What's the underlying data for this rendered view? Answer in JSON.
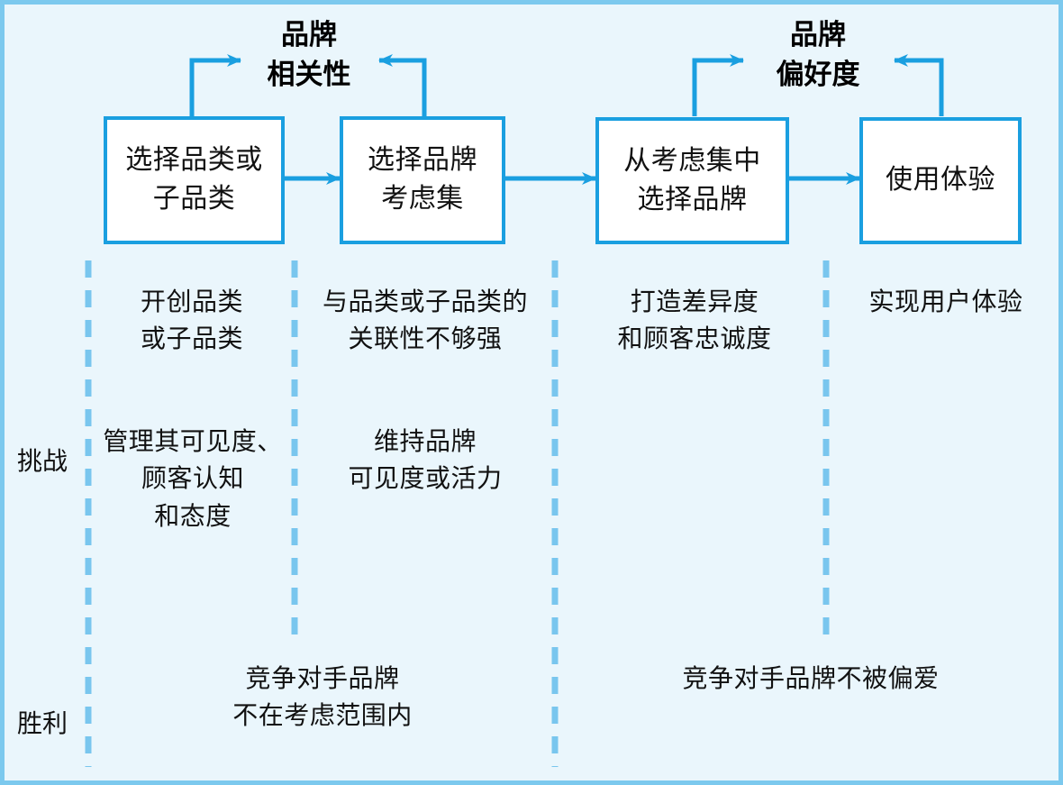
{
  "diagram": {
    "title_text": "",
    "colors": {
      "background": "#eaf6fc",
      "outer_border": "#7cc9ee",
      "box_border": "#1a9fe0",
      "box_fill": "#ffffff",
      "arrow": "#1a9fe0",
      "divider": "#79c6ee",
      "text": "#111111"
    },
    "loop_labels": [
      {
        "id": "brand-relevance",
        "text": "品牌\n相关性"
      },
      {
        "id": "brand-preference",
        "text": "品牌\n偏好度"
      }
    ],
    "stages": [
      {
        "id": "stage-1",
        "text": "选择品类或\n子品类"
      },
      {
        "id": "stage-2",
        "text": "选择品牌\n考虑集"
      },
      {
        "id": "stage-3",
        "text": "从考虑集中\n选择品牌"
      },
      {
        "id": "stage-4",
        "text": "使用体验"
      }
    ],
    "row_labels": [
      {
        "id": "challenge",
        "text": "挑战"
      },
      {
        "id": "victory",
        "text": "胜利"
      }
    ],
    "challenge_top": [
      {
        "id": "challenge-top-1",
        "text": "开创品类\n或子品类"
      },
      {
        "id": "challenge-top-2",
        "text": "与品类或子品类的\n关联性不够强"
      },
      {
        "id": "challenge-top-3",
        "text": "打造差异度\n和顾客忠诚度"
      },
      {
        "id": "challenge-top-4",
        "text": "实现用户体验"
      }
    ],
    "challenge_bottom": [
      {
        "id": "challenge-bottom-1",
        "text": "管理其可见度、\n顾客认知\n和态度"
      },
      {
        "id": "challenge-bottom-2",
        "text": "维持品牌\n可见度或活力"
      }
    ],
    "victory": [
      {
        "id": "victory-1",
        "text": "竞争对手品牌\n不在考虑范围内"
      },
      {
        "id": "victory-2",
        "text": "竞争对手品牌不被偏爱"
      }
    ]
  }
}
